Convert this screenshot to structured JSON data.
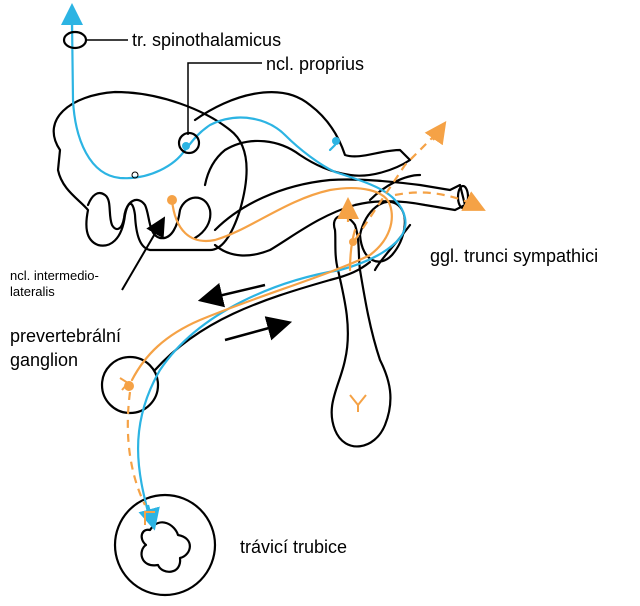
{
  "labels": {
    "spinothalamicus": "tr. spinothalamicus",
    "proprius": "ncl. proprius",
    "intermedio_1": "ncl. intermedio-",
    "intermedio_2": "lateralis",
    "ggl_trunci": "ggl. trunci sympathici",
    "prevertebral_1": "prevertebrální",
    "prevertebral_2": "ganglion",
    "travici": "trávicí trubice"
  },
  "colors": {
    "afferent": "#2cb4e3",
    "efferent": "#f5a246",
    "outline": "#000000"
  }
}
